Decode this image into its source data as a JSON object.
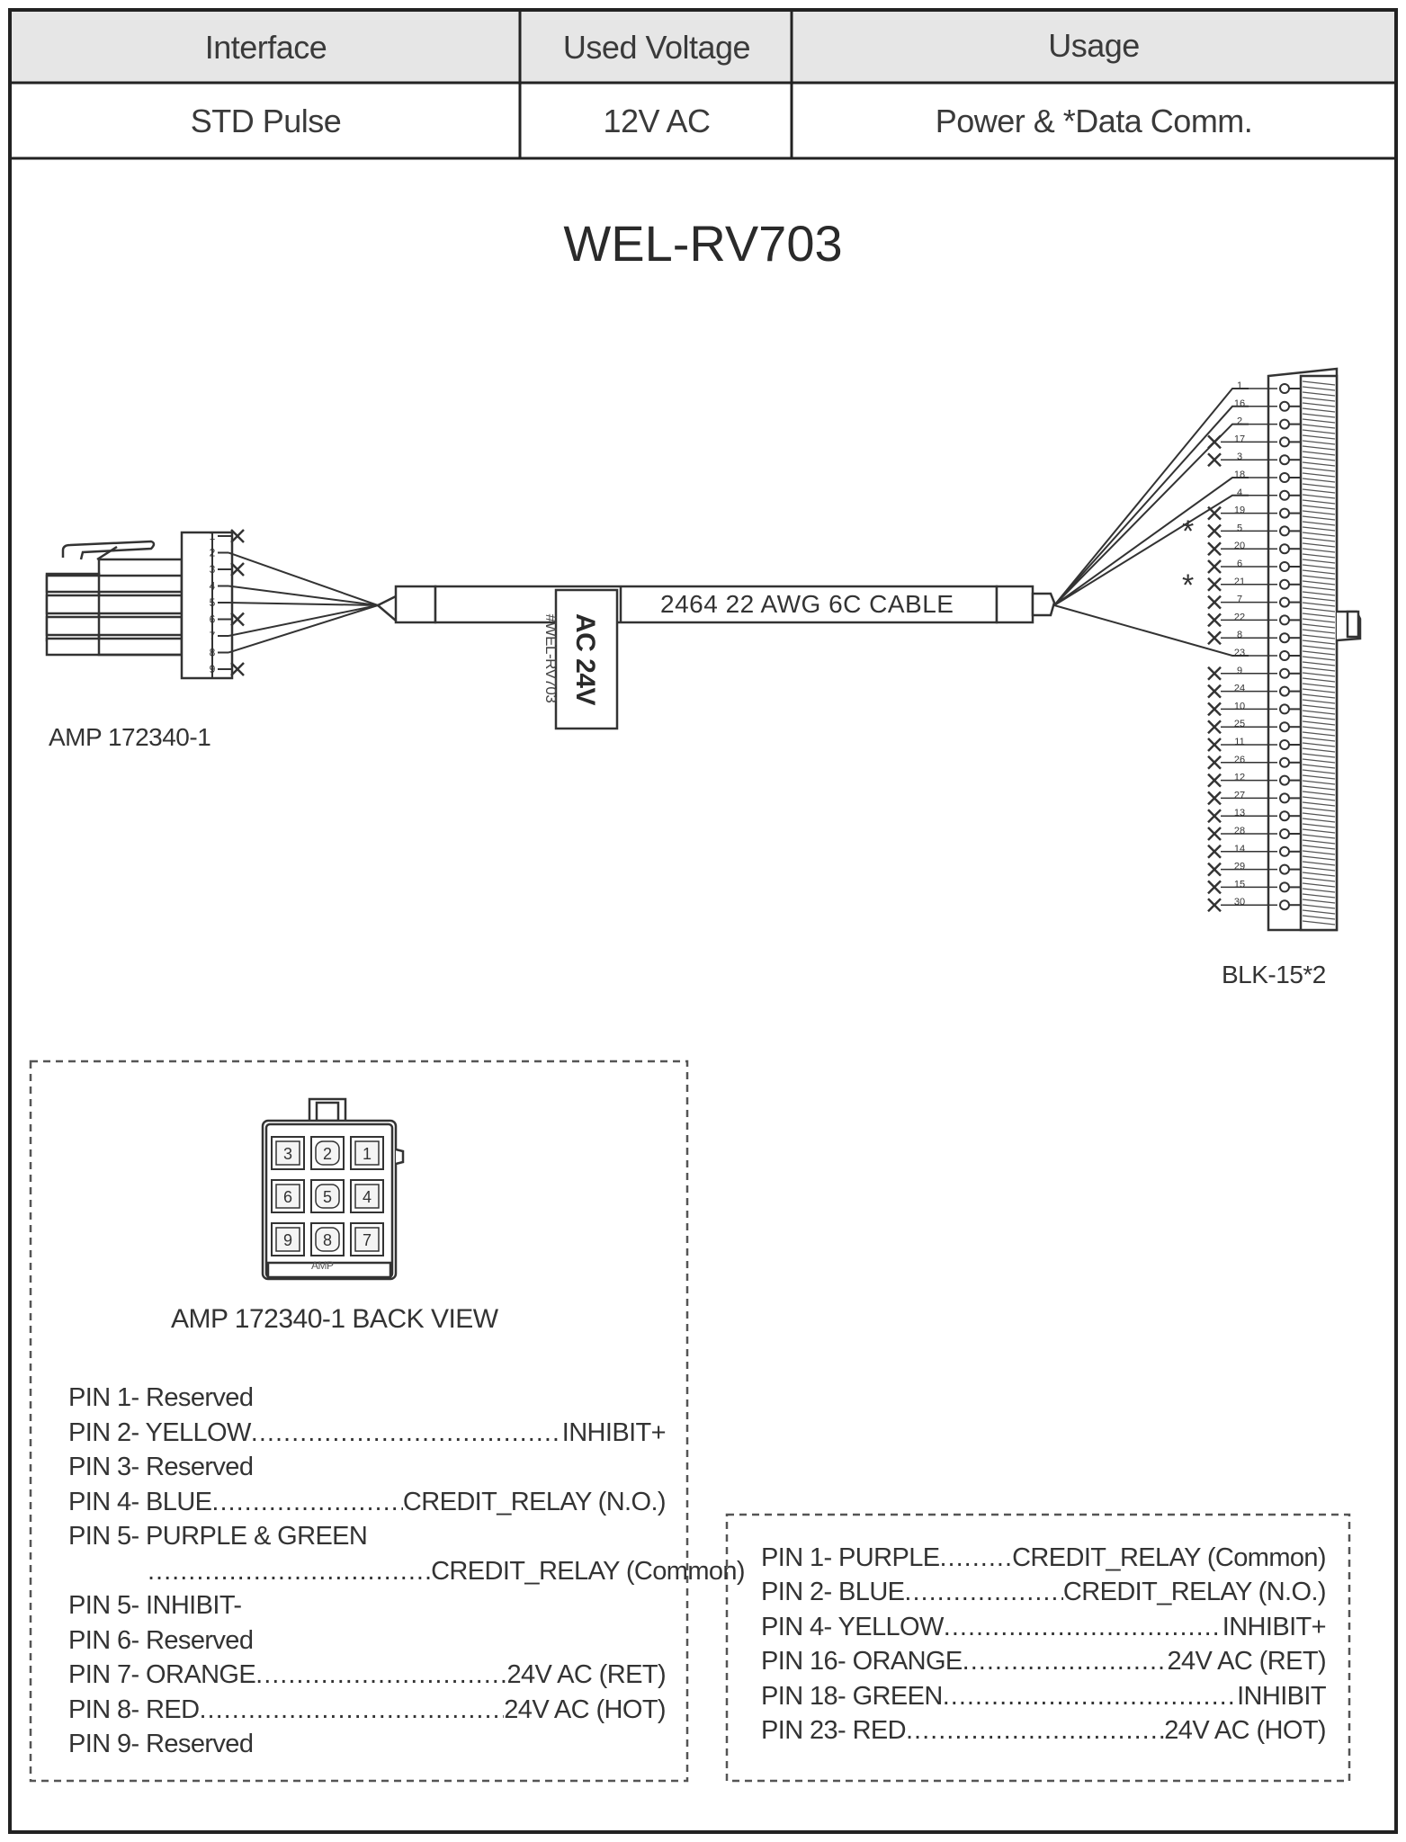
{
  "header": {
    "columns": [
      "Interface",
      "Used Voltage",
      "Usage"
    ],
    "values": [
      "STD Pulse",
      "12V AC",
      "Power & *Data Comm."
    ]
  },
  "title": "WEL-RV703",
  "left_connector": {
    "label": "AMP 172340-1",
    "pin_numbers": [
      "1",
      "2",
      "3",
      "4",
      "5",
      "6",
      "7",
      "8",
      "9"
    ]
  },
  "cable": {
    "label": "2464  22 AWG  6C  CABLE",
    "tag_main": "AC  24V",
    "tag_sub": "#WEL-RV703"
  },
  "right_block": {
    "label": "BLK-15*2",
    "pin_numbers": [
      "1",
      "16",
      "2",
      "17",
      "3",
      "18",
      "4",
      "19",
      "5",
      "20",
      "6",
      "21",
      "7",
      "22",
      "8",
      "23",
      "9",
      "24",
      "10",
      "25",
      "11",
      "26",
      "12",
      "27",
      "13",
      "28",
      "14",
      "29",
      "15",
      "30"
    ],
    "asterisk": "*"
  },
  "back_view": {
    "title": "AMP 172340-1 BACK VIEW",
    "grid": [
      [
        "3",
        "2",
        "1"
      ],
      [
        "6",
        "5",
        "4"
      ],
      [
        "9",
        "8",
        "7"
      ]
    ],
    "brand": "AMP"
  },
  "left_pins": [
    {
      "text": "PIN 1- Reserved"
    },
    {
      "text": "PIN 2- YELLOW",
      "value": "INHIBIT+"
    },
    {
      "text": "PIN 3- Reserved"
    },
    {
      "text": "PIN 4- BLUE",
      "value": "CREDIT_RELAY (N.O.)"
    },
    {
      "text": "PIN 5- PURPLE & GREEN"
    },
    {
      "text": "",
      "value": "CREDIT_RELAY (Common)"
    },
    {
      "text": "PIN 5- INHIBIT-"
    },
    {
      "text": "PIN 6- Reserved"
    },
    {
      "text": "PIN 7- ORANGE",
      "value": "24V AC (RET)"
    },
    {
      "text": "PIN 8- RED",
      "value": "24V AC (HOT)"
    },
    {
      "text": "PIN 9- Reserved"
    }
  ],
  "right_pins": [
    {
      "text": "PIN   1- PURPLE",
      "value": "CREDIT_RELAY (Common)"
    },
    {
      "text": "PIN   2- BLUE",
      "value": "CREDIT_RELAY (N.O.)"
    },
    {
      "text": "PIN   4- YELLOW",
      "value": "INHIBIT+"
    },
    {
      "text": "PIN 16- ORANGE",
      "value": "24V AC (RET)"
    },
    {
      "text": "PIN 18- GREEN",
      "value": "INHIBIT"
    },
    {
      "text": "PIN 23- RED",
      "value": "24V AC (HOT)"
    }
  ]
}
